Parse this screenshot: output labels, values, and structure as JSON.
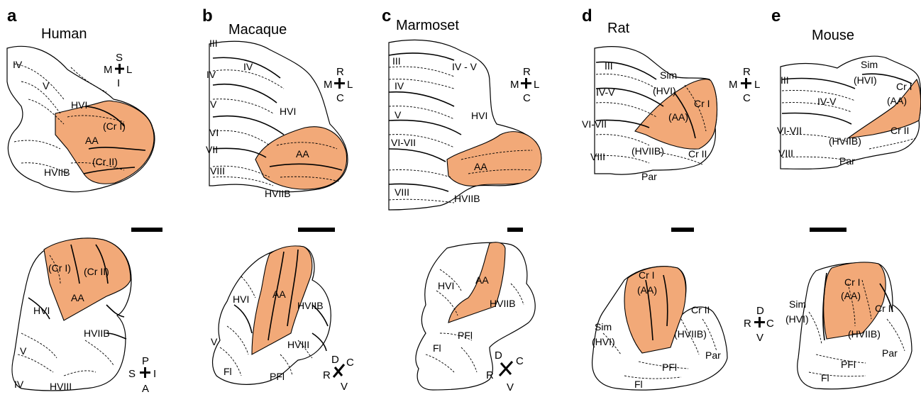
{
  "colors": {
    "highlight": "#f2a978",
    "ink": "#000000"
  },
  "panels": [
    {
      "letter": "a",
      "species": "Human",
      "orient_top": {
        "up": "S",
        "left": "M",
        "right": "L",
        "down": "I"
      },
      "orient_bottom": {
        "up": "P",
        "left": "S",
        "right": "I",
        "down": "A"
      },
      "top_labels": [
        "IV",
        "V",
        "HVI",
        "(Cr I)",
        "AA",
        "(Cr II)",
        "HVIIB"
      ],
      "bottom_labels": [
        "(Cr I)",
        "(Cr II)",
        "AA",
        "HVI",
        "HVIIB",
        "V",
        "IV",
        "HVIII"
      ]
    },
    {
      "letter": "b",
      "species": "Macaque",
      "orient_top": {
        "up": "R",
        "left": "M",
        "right": "L",
        "down": "C"
      },
      "orient_bottom": {
        "up": "D",
        "left": "R",
        "right": "C",
        "down": "V"
      },
      "top_labels": [
        "III",
        "IV",
        "IV",
        "V",
        "HVI",
        "VI",
        "VII",
        "AA",
        "VIII",
        "HVIIB"
      ],
      "bottom_labels": [
        "HVI",
        "AA",
        "HVIIB",
        "V",
        "HVIII",
        "Fl",
        "PFl"
      ]
    },
    {
      "letter": "c",
      "species": "Marmoset",
      "orient_top": {
        "up": "R",
        "left": "M",
        "right": "L",
        "down": "C"
      },
      "orient_bottom": {
        "up": "D",
        "left": "R",
        "right": "C",
        "down": "V"
      },
      "top_labels": [
        "III",
        "IV - V",
        "IV",
        "HVI",
        "V",
        "VI-VII",
        "AA",
        "VIII",
        "HVIIB"
      ],
      "bottom_labels": [
        "HVI",
        "AA",
        "HVIIB",
        "PFl",
        "Fl"
      ]
    },
    {
      "letter": "d",
      "species": "Rat",
      "orient_top": {
        "up": "R",
        "left": "M",
        "right": "L",
        "down": "C"
      },
      "orient_bottom": {
        "up": "D",
        "left": "R",
        "right": "C",
        "down": "V"
      },
      "top_labels": [
        "III",
        "Sim",
        "(HVI)",
        "IV-V",
        "Cr I",
        "(AA)",
        "VI-VII",
        "(HVIIB)",
        "Cr II",
        "VIII",
        "Par"
      ],
      "bottom_labels": [
        "Cr I",
        "(AA)",
        "Cr II",
        "Sim",
        "(HVI)",
        "(HVIIB)",
        "Par",
        "PFl",
        "Fl"
      ]
    },
    {
      "letter": "e",
      "species": "Mouse",
      "orient_top": null,
      "orient_bottom": null,
      "top_labels": [
        "III",
        "Sim",
        "(HVI)",
        "IV-V",
        "Cr I",
        "(AA)",
        "VI-VII",
        "(HVIIB)",
        "Cr II",
        "VIII",
        "Par"
      ],
      "bottom_labels": [
        "Sim",
        "(HVI)",
        "Cr I",
        "(AA)",
        "Cr II",
        "(HVIIB)",
        "Par",
        "PFl",
        "Fl"
      ]
    }
  ]
}
